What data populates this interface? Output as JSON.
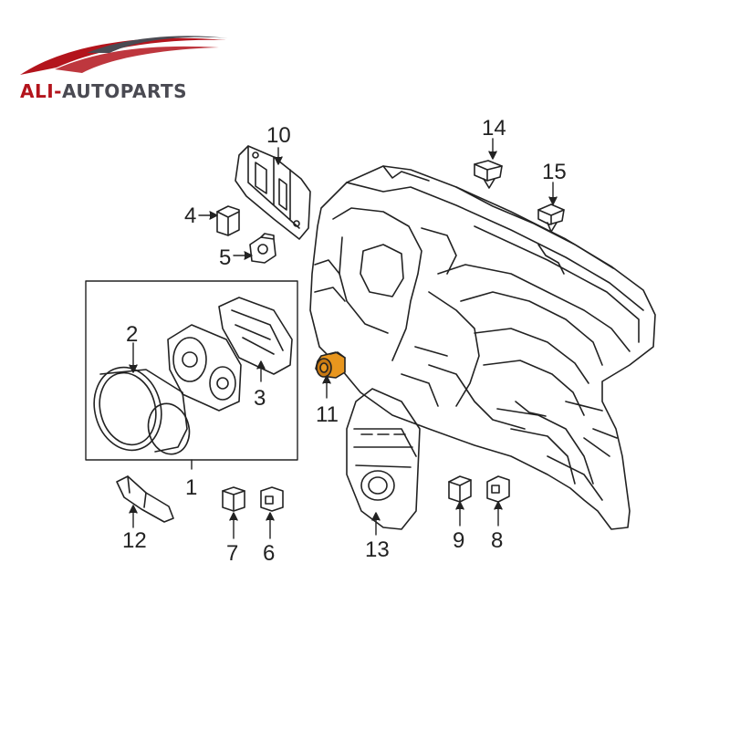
{
  "logo": {
    "prefix": "ALI-",
    "suffix": "AUTOPARTS"
  },
  "colors": {
    "brand_red": "#b3141c",
    "brand_gray": "#4a4a52",
    "highlight": "#e8961e",
    "line": "#222222"
  },
  "callouts": [
    "1",
    "2",
    "3",
    "4",
    "5",
    "6",
    "7",
    "8",
    "9",
    "10",
    "11",
    "12",
    "13",
    "14",
    "15"
  ],
  "highlighted_part": "11"
}
